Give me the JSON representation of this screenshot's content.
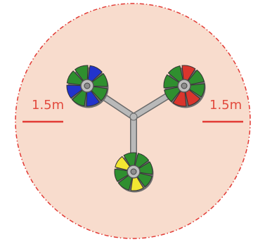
{
  "labels": {
    "left_dimension": "1.5m",
    "right_dimension": "1.5m"
  },
  "colors": {
    "zone_fill": "#f8dccd",
    "zone_border": "#e23a35",
    "dimension_line": "#e23a35",
    "arm": "#b9b9b9",
    "arm_outline": "#6a6a6a",
    "hub": "#8c8c8c",
    "rotor_green": "#2f8f2f",
    "rotor_blue": "#2233cc",
    "rotor_red": "#d9352d",
    "rotor_yellow": "#f2e632"
  },
  "rotors": [
    {
      "id": "top-left",
      "blade_colors": [
        "green",
        "blue",
        "green",
        "blue",
        "green",
        "green",
        "blue",
        "green"
      ]
    },
    {
      "id": "top-right",
      "blade_colors": [
        "green",
        "red",
        "red",
        "green",
        "green",
        "green",
        "red",
        "green"
      ]
    },
    {
      "id": "bottom",
      "blade_colors": [
        "green",
        "yellow",
        "green",
        "green",
        "yellow",
        "green",
        "green",
        "green"
      ]
    }
  ]
}
